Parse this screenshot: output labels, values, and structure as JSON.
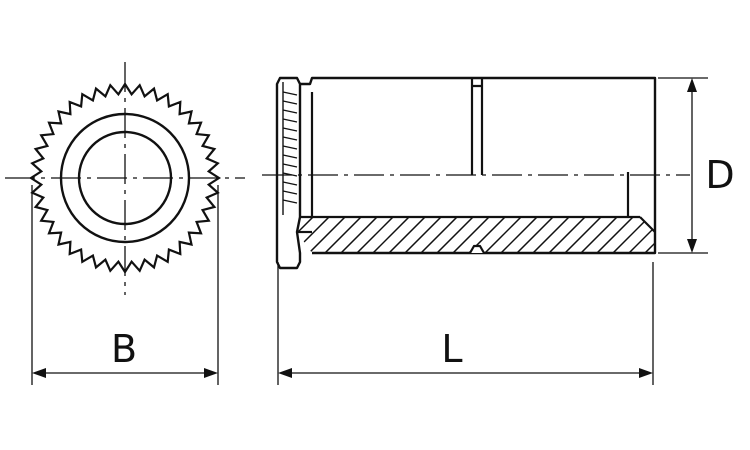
{
  "labels": {
    "b": "B",
    "l": "L",
    "d": "D"
  },
  "colors": {
    "line": "#111111",
    "background": "#ffffff"
  }
}
